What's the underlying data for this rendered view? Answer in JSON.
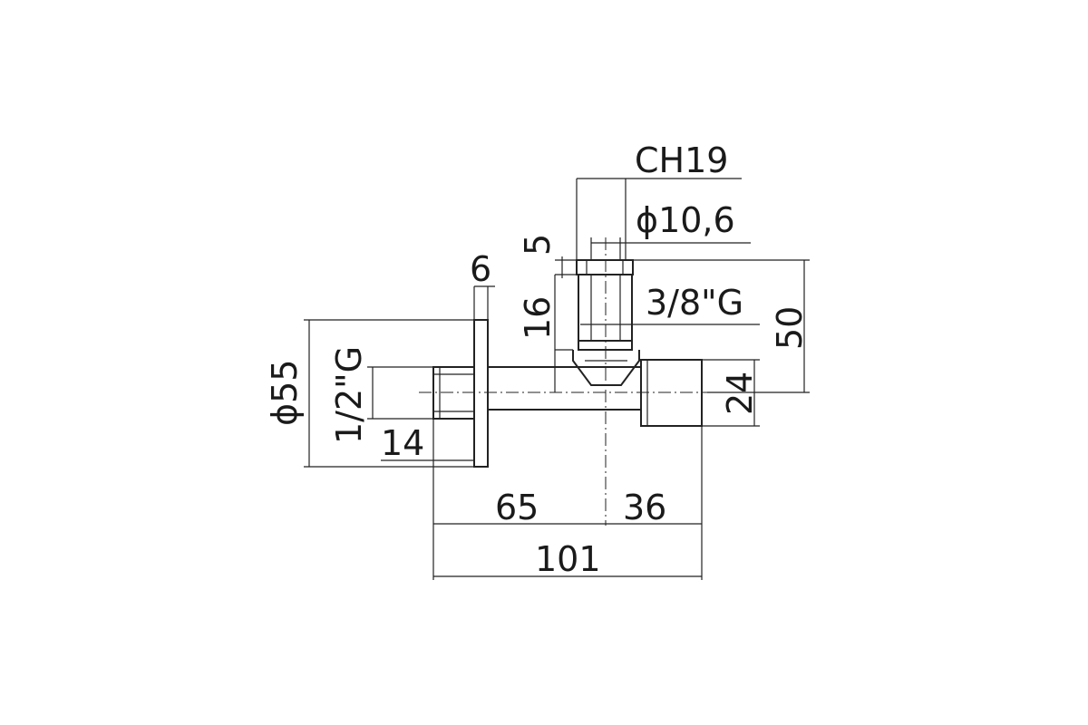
{
  "diagram": {
    "dimensions": {
      "ch19": "CH19",
      "phi_10_6": "ϕ10,6",
      "five": "5",
      "six": "6",
      "sixteen": "16",
      "thread_3_8": "3/8\"G",
      "fifty": "50",
      "phi_55": "ϕ55",
      "thread_1_2": "1/2\"G",
      "fourteen": "14",
      "twenty_four": "24",
      "sixty_five": "65",
      "thirty_six": "36",
      "one_oh_one": "101"
    }
  }
}
